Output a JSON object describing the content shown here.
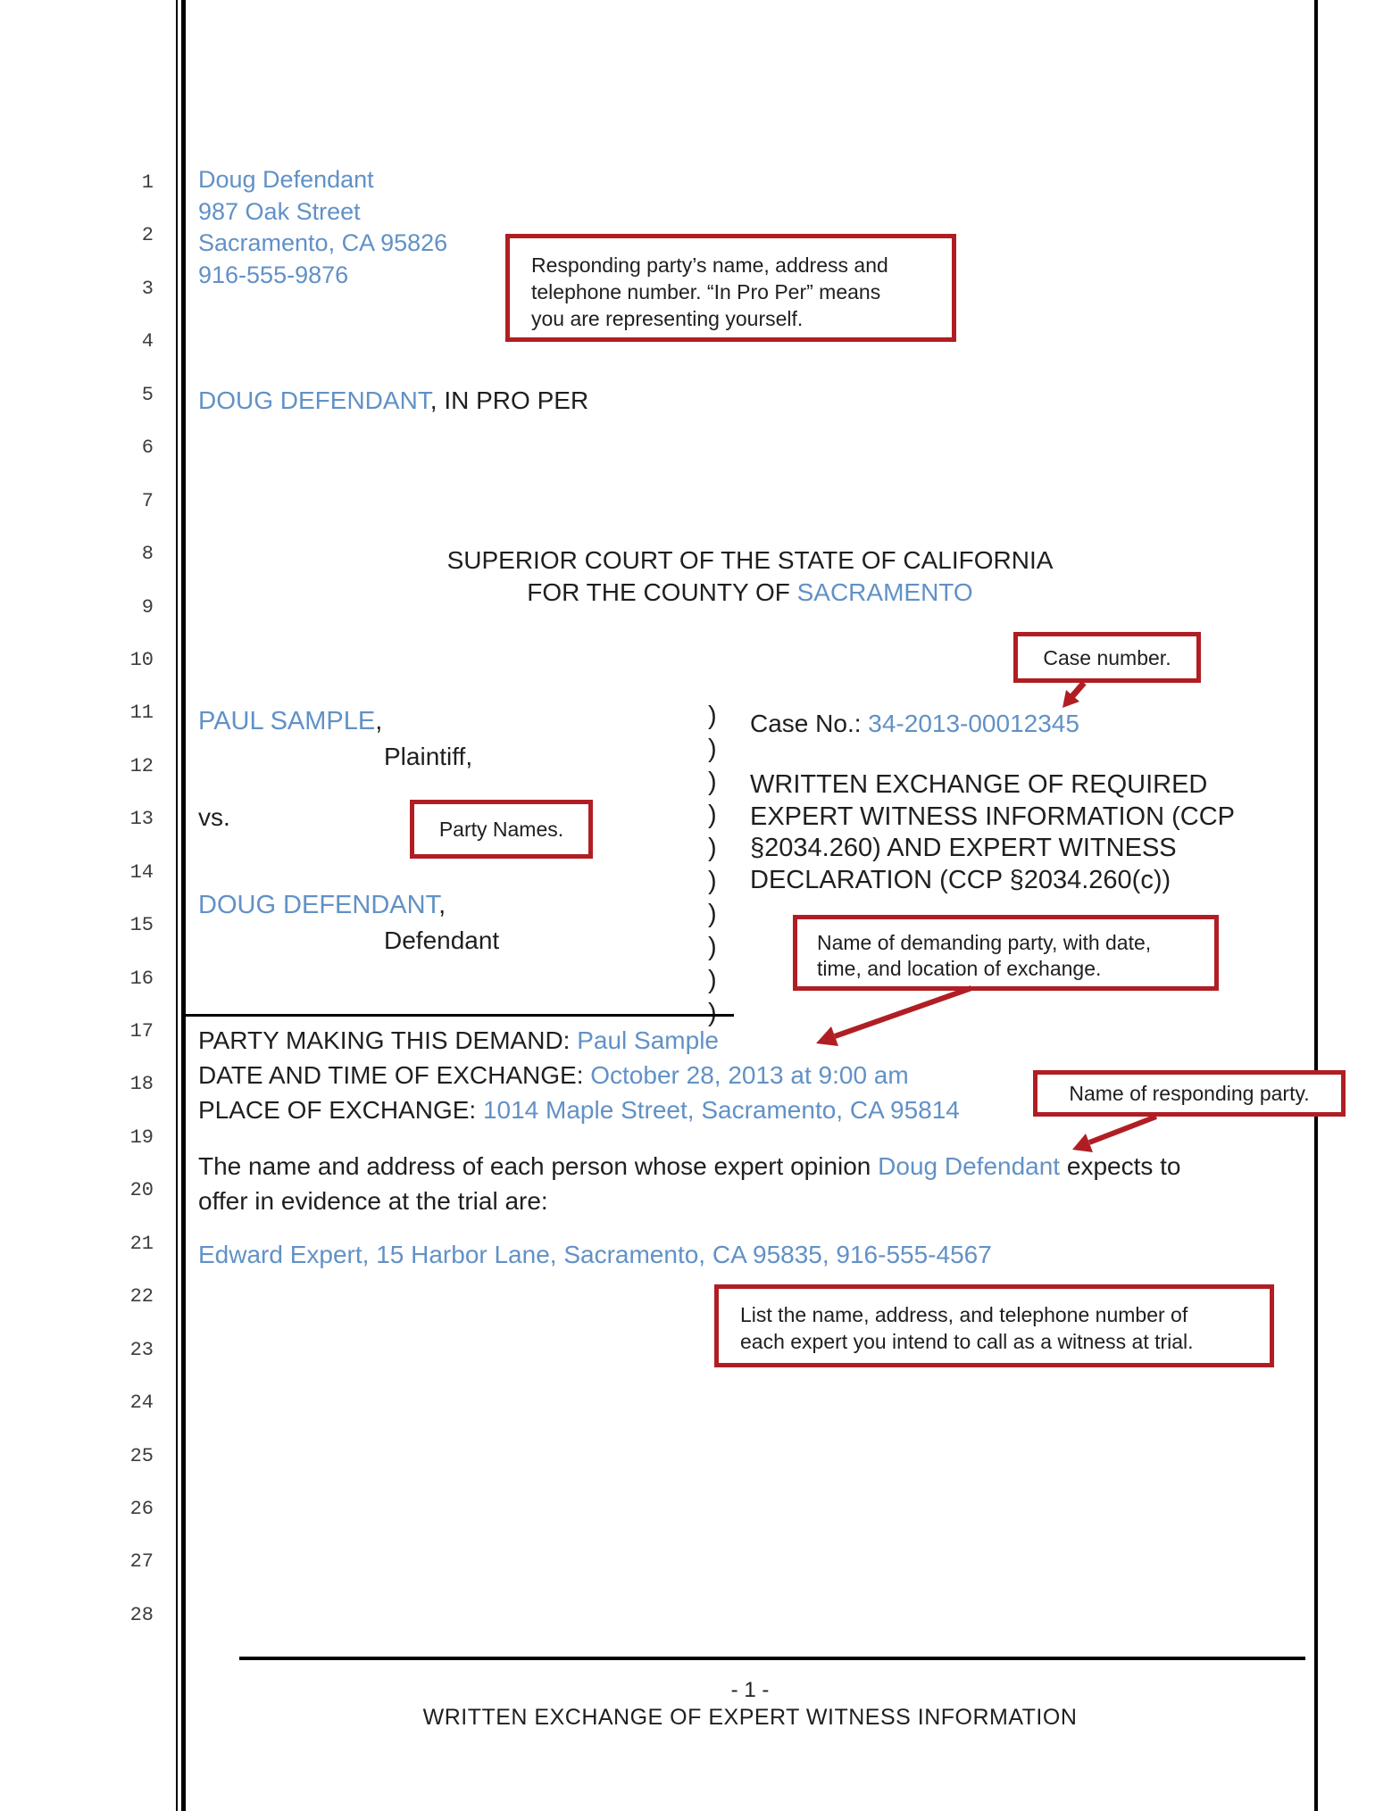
{
  "page": {
    "line_numbers": [
      "1",
      "2",
      "3",
      "4",
      "5",
      "6",
      "7",
      "8",
      "9",
      "10",
      "11",
      "12",
      "13",
      "14",
      "15",
      "16",
      "17",
      "18",
      "19",
      "20",
      "21",
      "22",
      "23",
      "24",
      "25",
      "26",
      "27",
      "28"
    ],
    "footer": {
      "page_number": "- 1 -",
      "title": "WRITTEN EXCHANGE OF EXPERT WITNESS INFORMATION"
    }
  },
  "header": {
    "address_block": {
      "name": "Doug Defendant",
      "street": "987 Oak Street",
      "city": "Sacramento, CA 95826",
      "phone": "916-555-9876"
    },
    "pro_per_line": {
      "name": "DOUG DEFENDANT",
      "suffix": ", IN PRO PER"
    }
  },
  "court": {
    "line1": "SUPERIOR COURT OF THE STATE OF CALIFORNIA",
    "line2_prefix": "FOR THE COUNTY OF ",
    "county": "SACRAMENTO"
  },
  "caption": {
    "plaintiff_name": "PAUL SAMPLE",
    "plaintiff_comma": ",",
    "plaintiff_role": "Plaintiff,",
    "vs": "vs.",
    "defendant_name": "DOUG DEFENDANT",
    "defendant_comma": ",",
    "defendant_role": "Defendant",
    "paren_column": [
      ")",
      ")",
      ")",
      ")",
      ")",
      ")",
      ")",
      ")",
      ")",
      ")"
    ],
    "case_no_label": "Case No.: ",
    "case_no": "34-2013-00012345",
    "doc_title_lines": [
      "WRITTEN EXCHANGE OF REQUIRED",
      "EXPERT WITNESS INFORMATION (CCP",
      "§2034.260) AND EXPERT WITNESS",
      "DECLARATION (CCP §2034.260(c))"
    ]
  },
  "demand": {
    "lines": [
      {
        "label": "PARTY MAKING THIS DEMAND: ",
        "value": "Paul Sample"
      },
      {
        "label": "DATE AND TIME OF EXCHANGE: ",
        "value": "October 28, 2013 at 9:00 am"
      },
      {
        "label": "PLACE OF EXCHANGE: ",
        "value": "1014 Maple Street, Sacramento, CA 95814"
      }
    ]
  },
  "body": {
    "para_prefix": "The name and address of each person whose expert opinion ",
    "para_name": "Doug Defendant",
    "para_suffix": " expects to",
    "para_line2": "offer in evidence at the trial are:",
    "expert_line": "Edward Expert, 15 Harbor Lane, Sacramento, CA 95835, 916-555-4567"
  },
  "annotations": {
    "responding_info_lines": [
      "Responding party’s name, address and",
      "telephone number. “In Pro Per” means",
      "you are representing yourself."
    ],
    "case_number": "Case number.",
    "party_names": "Party Names.",
    "demanding_party_lines": [
      "Name of demanding party, with date,",
      "time, and location of exchange."
    ],
    "responding_party": "Name of responding party.",
    "expert_list_lines": [
      "List the name, address, and telephone number of",
      "each expert you intend to call as a witness at trial."
    ]
  },
  "colors": {
    "blue": "#6191c6",
    "red": "#b01e24",
    "text": "#1f1f1f"
  }
}
